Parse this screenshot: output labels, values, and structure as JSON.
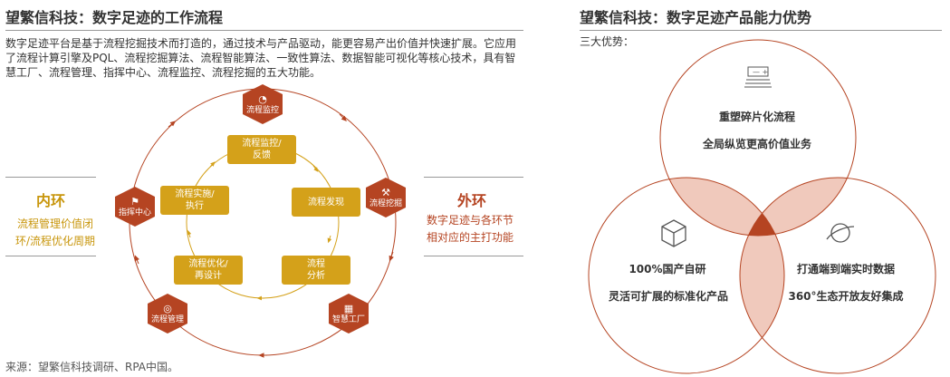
{
  "left": {
    "title": "望繁信科技：数字足迹的工作流程",
    "paragraph": "数字足迹平台是基于流程挖掘技术而打造的，通过技术与产品驱动，能更容易产出价值并快速扩展。它应用了流程计算引擎及PQL、流程挖掘算法、流程智能算法、一致性算法、数据智能可视化等核心技术，具有智慧工厂、流程管理、指挥中心、流程监控、流程挖掘的五大功能。",
    "inner_ring": {
      "title": "内环",
      "desc_line1": "流程管理价值闭",
      "desc_line2": "环/流程优化周期"
    },
    "outer_ring": {
      "title": "外环",
      "desc_line1": "数字足迹与各环节",
      "desc_line2": "相对应的主打功能"
    },
    "inner_boxes": [
      {
        "line1": "流程监控/",
        "line2": "反馈"
      },
      {
        "line1": "流程发现",
        "line2": ""
      },
      {
        "line1": "流程",
        "line2": "分析"
      },
      {
        "line1": "流程优化/",
        "line2": "再设计"
      },
      {
        "line1": "流程实施/",
        "line2": "执行"
      }
    ],
    "outer_nodes": [
      {
        "label": "流程监控",
        "icon": "gauge-icon"
      },
      {
        "label": "流程挖掘",
        "icon": "pickaxe-icon"
      },
      {
        "label": "智慧工厂",
        "icon": "factory-icon"
      },
      {
        "label": "流程管理",
        "icon": "target-icon"
      },
      {
        "label": "指挥中心",
        "icon": "flag-icon"
      }
    ],
    "source": "来源：望繁信科技调研、RPA中国。"
  },
  "right": {
    "title": "望繁信科技：数字足迹产品能力优势",
    "subtitle": "三大优势：",
    "circles": [
      {
        "line1": "重塑碎片化流程",
        "line2": "全局纵览更高价值业务",
        "icon": "layers-icon"
      },
      {
        "line1": "100%国产自研",
        "line2": "灵活可扩展的标准化产品",
        "icon": "cube-icon"
      },
      {
        "line1": "打通端到端实时数据",
        "line2": "360°生态开放友好集成",
        "icon": "planet-icon"
      }
    ]
  },
  "colors": {
    "accent": "#b54422",
    "gold": "#d4a11a",
    "inner_title": "#c8960c",
    "inner_desc": "#c8960c",
    "outer_title": "#b54422",
    "outer_desc": "#b54422",
    "venn_overlap": "#f0c9bc"
  }
}
